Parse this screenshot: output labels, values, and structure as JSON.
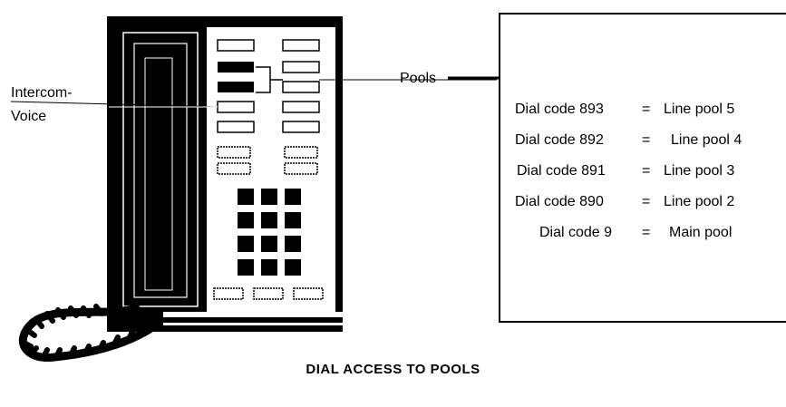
{
  "labels": {
    "intercom_line1": "Intercom-",
    "intercom_line2": "Voice",
    "pools": "Pools"
  },
  "dial_codes": [
    {
      "code": "Dial code 893",
      "eq": "=",
      "pool": "Line pool 5"
    },
    {
      "code": "Dial code 892",
      "eq": "=",
      "pool": "Line pool 4"
    },
    {
      "code": "Dial code 891",
      "eq": "=",
      "pool": "Line pool 3"
    },
    {
      "code": "Dial code 890",
      "eq": "=",
      "pool": "Line pool 2"
    },
    {
      "code": "Dial code 9",
      "eq": "=",
      "pool": "Main pool"
    }
  ],
  "title": "DIAL ACCESS TO POOLS"
}
